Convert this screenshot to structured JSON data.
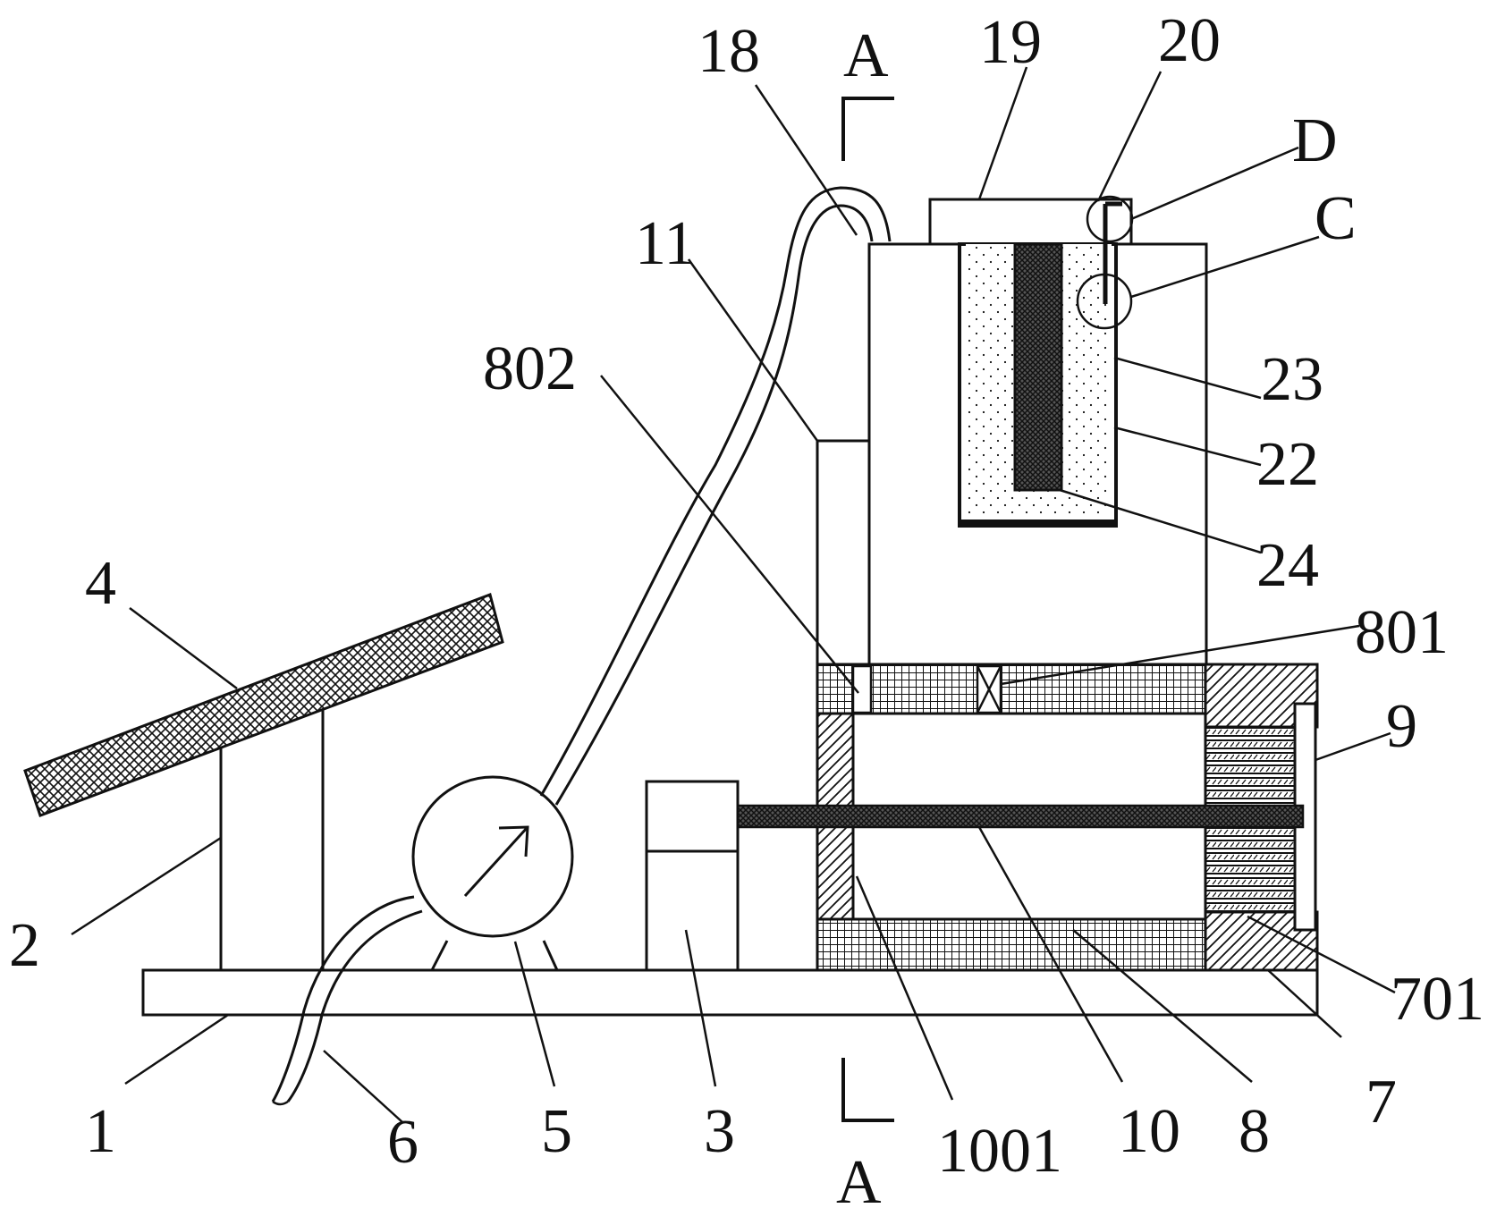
{
  "labels": {
    "l1": "1",
    "l2": "2",
    "l3": "3",
    "l4": "4",
    "l5": "5",
    "l6": "6",
    "l7": "7",
    "l8": "8",
    "l9": "9",
    "l10": "10",
    "l11": "11",
    "l18": "18",
    "l19": "19",
    "l20": "20",
    "l22": "22",
    "l23": "23",
    "l24": "24",
    "l701": "701",
    "l801": "801",
    "l802": "802",
    "l1001": "1001",
    "sectionTop": "A",
    "sectionBottom": "A",
    "detailC": "C",
    "detailD": "D"
  }
}
